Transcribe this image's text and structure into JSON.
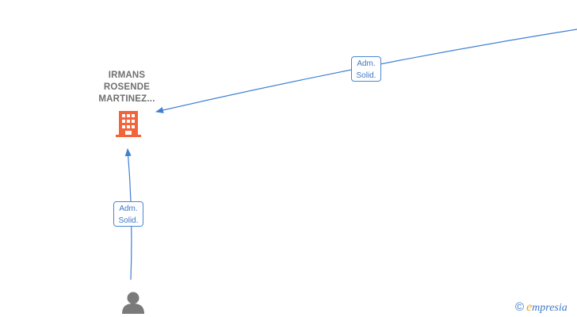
{
  "company_node": {
    "name_lines": [
      "IRMANS",
      "ROSENDE",
      "MARTINEZ..."
    ],
    "icon": "building-icon",
    "icon_color": "#f4643a"
  },
  "person_node": {
    "icon": "person-icon",
    "icon_color": "#7a7a7a"
  },
  "edges": [
    {
      "label_lines": [
        "Adm.",
        "Solid."
      ]
    },
    {
      "label_lines": [
        "Adm.",
        "Solid."
      ]
    }
  ],
  "edge_color": "#3f7fd4",
  "brand": {
    "copyright_symbol": "©",
    "first_letter": "e",
    "rest": "mpresia",
    "accent_color": "#e8a21a"
  }
}
